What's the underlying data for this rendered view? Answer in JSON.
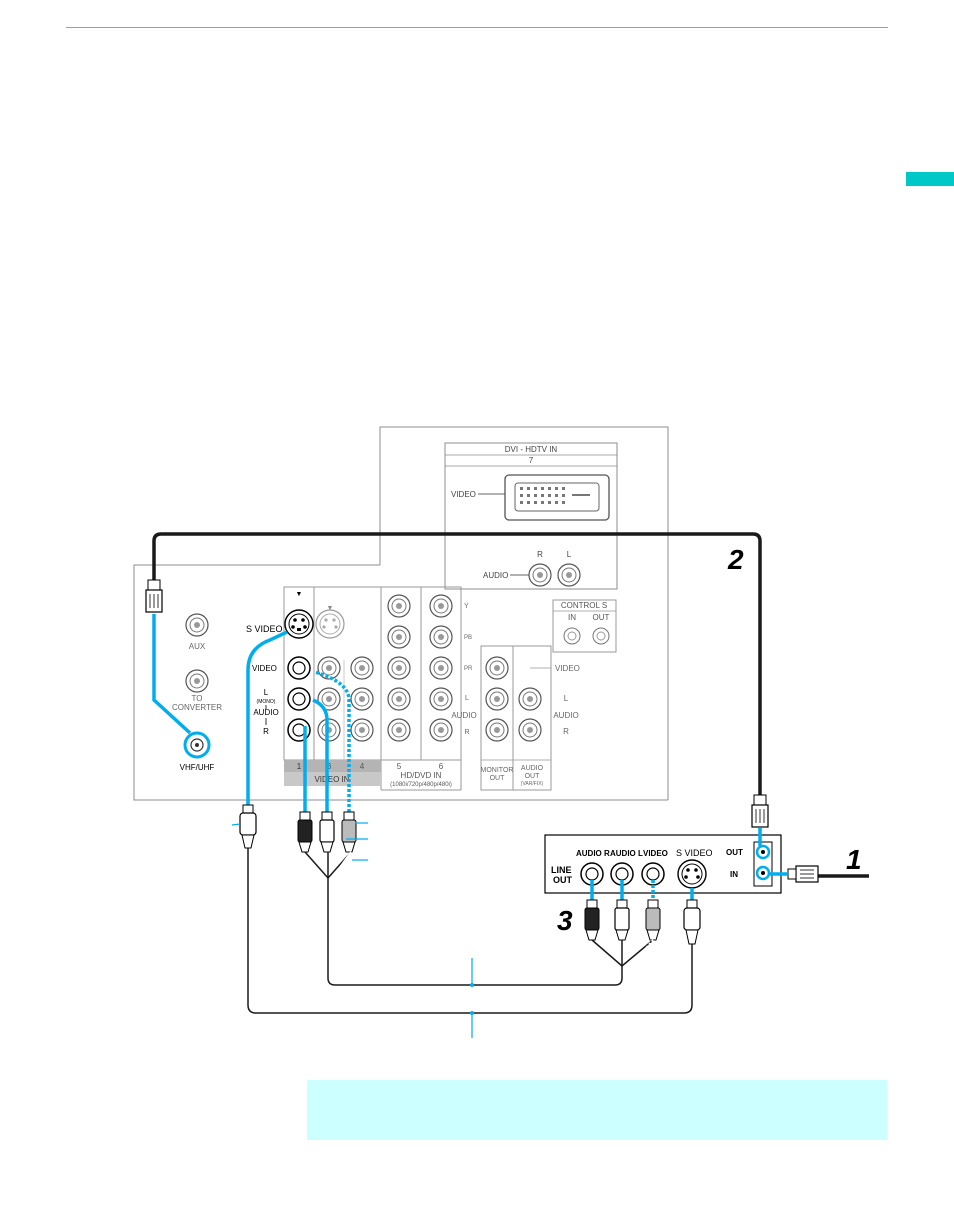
{
  "colors": {
    "accent": "#00aeef",
    "rule": "#33cccc",
    "tab": "#00c8c8",
    "note_bg": "#ccffff",
    "cable": "#1a1a1a",
    "panel_line": "#8c8c8c"
  },
  "steps": {
    "s1": "1",
    "s2": "2",
    "s3": "3"
  },
  "dvi_panel": {
    "title": "DVI - HDTV  IN",
    "number": "7",
    "video": "VIDEO",
    "audio": "AUDIO",
    "r": "R",
    "l": "L"
  },
  "tv_panel": {
    "aux": "AUX",
    "to": "TO",
    "converter": "CONVERTER",
    "vhf_uhf": "VHF/UHF",
    "s_video": "S VIDEO",
    "video": "VIDEO",
    "l": "L",
    "mono": "(MONO)",
    "audio": "AUDIO",
    "r": "R",
    "arrow_mark": "▼",
    "jack1": "1",
    "jack3": "3",
    "jack4": "4",
    "jack5": "5",
    "jack6": "6",
    "video_in": "VIDEO IN",
    "hd_dvd_in": "HD/DVD IN",
    "hd_formats": "(1080i/720p/480p/480i)",
    "y": "Y",
    "pb": "PB",
    "pr": "PR",
    "audio_l": "L",
    "audio_label": "AUDIO",
    "audio_r": "R",
    "control_s": "CONTROL S",
    "cs_in": "IN",
    "cs_out": "OUT",
    "mon_video": "VIDEO",
    "mon_l": "L",
    "mon_audio": "AUDIO",
    "mon_r": "R",
    "monitor": "MONITOR",
    "monitor_out": "OUT",
    "audio_out_1": "AUDIO",
    "audio_out_2": "OUT",
    "audio_out_3": "(VAR/FIX)"
  },
  "vcr_panel": {
    "audio_r": "AUDIO R",
    "audio_l": "AUDIO L",
    "video": "VIDEO",
    "s_video": "S VIDEO",
    "line": "LINE",
    "out": "OUT",
    "ant_out": "OUT",
    "ant_in": "IN"
  }
}
